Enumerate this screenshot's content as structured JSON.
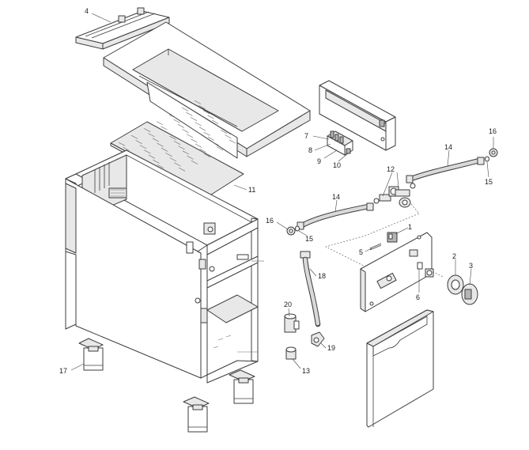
{
  "callouts": [
    {
      "id": "c1",
      "label": "1"
    },
    {
      "id": "c2",
      "label": "2"
    },
    {
      "id": "c3",
      "label": "3"
    },
    {
      "id": "c4",
      "label": "4"
    },
    {
      "id": "c5",
      "label": "5"
    },
    {
      "id": "c6",
      "label": "6"
    },
    {
      "id": "c7",
      "label": "7"
    },
    {
      "id": "c8",
      "label": "8"
    },
    {
      "id": "c9",
      "label": "9"
    },
    {
      "id": "c10",
      "label": "10"
    },
    {
      "id": "c11",
      "label": "11"
    },
    {
      "id": "c12",
      "label": "12"
    },
    {
      "id": "c13",
      "label": "13"
    },
    {
      "id": "c14a",
      "label": "14"
    },
    {
      "id": "c14b",
      "label": "14"
    },
    {
      "id": "c15a",
      "label": "15"
    },
    {
      "id": "c15b",
      "label": "15"
    },
    {
      "id": "c16a",
      "label": "16"
    },
    {
      "id": "c16b",
      "label": "16"
    },
    {
      "id": "c17",
      "label": "17"
    },
    {
      "id": "c18",
      "label": "18"
    },
    {
      "id": "c19",
      "label": "19"
    },
    {
      "id": "c20",
      "label": "20"
    }
  ]
}
